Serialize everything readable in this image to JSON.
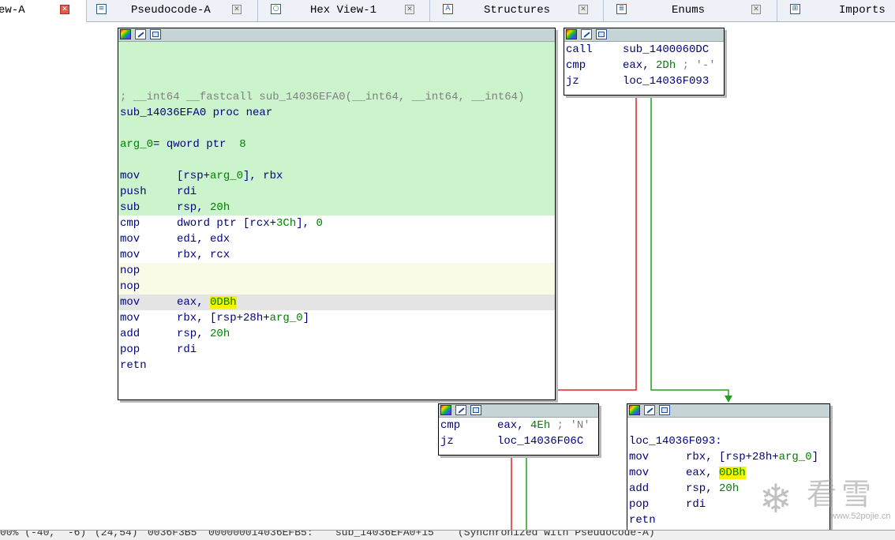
{
  "tabs": [
    {
      "label": "ew-A",
      "active": true,
      "icon": "none"
    },
    {
      "label": "Pseudocode-A",
      "active": false,
      "icon": "pseudocode-icon"
    },
    {
      "label": "Hex View-1",
      "active": false,
      "icon": "hex-view-icon"
    },
    {
      "label": "Structures",
      "active": false,
      "icon": "structures-icon"
    },
    {
      "label": "Enums",
      "active": false,
      "icon": "enums-icon"
    },
    {
      "label": "Imports",
      "active": false,
      "icon": "imports-icon"
    }
  ],
  "nodes": {
    "main": {
      "comment": "; __int64 __fastcall sub_14036EFA0(__int64, __int64, __int64)",
      "proc": "sub_14036EFA0 proc near",
      "arg": {
        "name": "arg_0",
        "eq": "= qword ptr",
        "value": "8"
      },
      "instructions": [
        {
          "m": "mov",
          "a": "[rsp+",
          "b": "arg_0",
          "c": "], rbx"
        },
        {
          "m": "push",
          "a": "rdi"
        },
        {
          "m": "sub",
          "a": "rsp, ",
          "n": "20h"
        },
        {
          "m": "cmp",
          "a": "dword ptr [rcx+",
          "n": "3Ch",
          "c": "], ",
          "n2": "0"
        },
        {
          "m": "mov",
          "a": "edi, edx"
        },
        {
          "m": "mov",
          "a": "rbx, rcx"
        },
        {
          "m": "nop"
        },
        {
          "m": "nop"
        },
        {
          "m": "mov",
          "a": "eax, ",
          "hl": "0DBh"
        },
        {
          "m": "mov",
          "a": "rbx, [rsp+28h+",
          "b": "arg_0",
          "c": "]"
        },
        {
          "m": "add",
          "a": "rsp, ",
          "n": "20h"
        },
        {
          "m": "pop",
          "a": "rdi"
        },
        {
          "m": "retn"
        }
      ]
    },
    "call_block": {
      "lines": [
        {
          "m": "call",
          "a": "sub_1400060DC"
        },
        {
          "m": "cmp",
          "a": "eax, ",
          "n": "2Dh",
          "cmt": " ; '-'"
        },
        {
          "m": "jz",
          "a": "loc_14036F093"
        }
      ]
    },
    "cmp_block": {
      "lines": [
        {
          "m": "cmp",
          "a": "eax, ",
          "n": "4Eh",
          "cmt": " ; 'N'"
        },
        {
          "m": "jz",
          "a": "loc_14036F06C"
        }
      ]
    },
    "loc_block": {
      "label": "loc_14036F093:",
      "lines": [
        {
          "m": "mov",
          "a": "rbx, [rsp+28h+",
          "b": "arg_0",
          "c": "]"
        },
        {
          "m": "mov",
          "a": "eax, ",
          "hl": "0DBh"
        },
        {
          "m": "add",
          "a": "rsp, ",
          "n": "20h"
        },
        {
          "m": "pop",
          "a": "rdi"
        },
        {
          "m": "retn"
        }
      ]
    }
  },
  "status": {
    "zoom": "00% (-40,  -6)",
    "coords": "(24,54)",
    "offset": "0036F3B5",
    "address": "000000014036EFB5:",
    "location": "sub_14036EFA0+15",
    "sync": "(Synchronized with Pseudocode-A)"
  },
  "watermark": {
    "text": "看雪",
    "url": "www.52pojie.cn"
  },
  "colors": {
    "edge_true": "#e02020",
    "edge_false": "#20a020",
    "node_highlight": "#ccf4cc",
    "instruction_blue": "#000080",
    "number_green": "#008000"
  }
}
